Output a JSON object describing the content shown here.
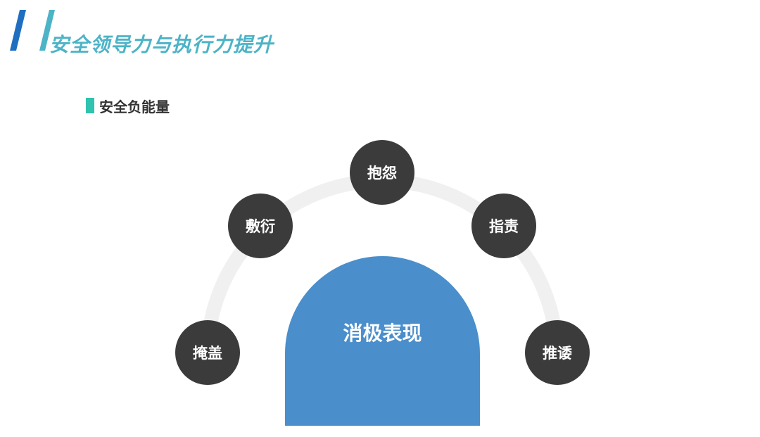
{
  "header": {
    "title": "安全领导力与执行力提升"
  },
  "section": {
    "label": "安全负能量"
  },
  "diagram": {
    "center_label": "消极表现",
    "nodes": [
      "掩盖",
      "敷衍",
      "抱怨",
      "指责",
      "推诿"
    ]
  },
  "colors": {
    "title": "#4db3c7",
    "marker": "#2fc3b0",
    "slash_dark": "#1f6fc0",
    "slash_light": "#4db3c7",
    "core": "#4a8ecb",
    "node": "#3b3b3b",
    "arc": "#f0f0f0"
  }
}
